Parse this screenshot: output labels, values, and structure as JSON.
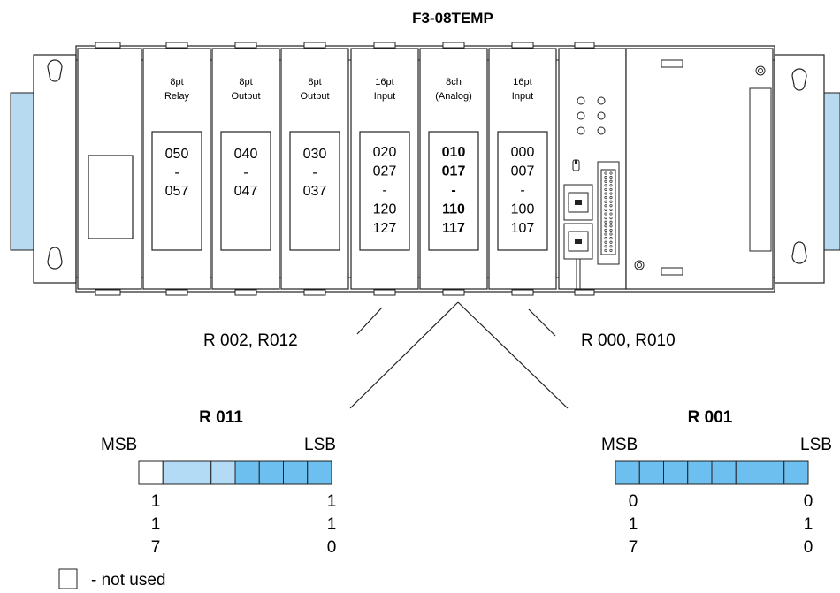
{
  "title": "F3-08TEMP",
  "modules": [
    {
      "type": "8pt",
      "name": "Relay",
      "addresses": [
        "050",
        "-",
        "057"
      ],
      "bold": false
    },
    {
      "type": "8pt",
      "name": "Output",
      "addresses": [
        "040",
        "-",
        "047"
      ],
      "bold": false
    },
    {
      "type": "8pt",
      "name": "Output",
      "addresses": [
        "030",
        "-",
        "037"
      ],
      "bold": false
    },
    {
      "type": "16pt",
      "name": "Input",
      "addresses": [
        "020",
        "027",
        "-",
        "120",
        "127"
      ],
      "bold": false
    },
    {
      "type": "8ch",
      "name": "(Analog)",
      "addresses": [
        "010",
        "017",
        "-",
        "110",
        "117"
      ],
      "bold": true
    },
    {
      "type": "16pt",
      "name": "Input",
      "addresses": [
        "000",
        "007",
        "-",
        "100",
        "107"
      ],
      "bold": false
    }
  ],
  "callouts": {
    "left": "R 002, R012",
    "right": "R 000, R010"
  },
  "registers": [
    {
      "name": "R 011",
      "msb": "MSB",
      "lsb": "LSB",
      "used_bits": 7,
      "col_left": [
        "1",
        "1",
        "7"
      ],
      "col_right": [
        "1",
        "1",
        "0"
      ]
    },
    {
      "name": "R 001",
      "msb": "MSB",
      "lsb": "LSB",
      "used_bits": 8,
      "col_left": [
        "0",
        "1",
        "7"
      ],
      "col_right": [
        "0",
        "1",
        "0"
      ]
    }
  ],
  "legend": {
    "label": "- not used"
  },
  "colors": {
    "bit_light": "#b4dbf5",
    "bit_dark": "#6cbfee",
    "din_rail": "#b8daf1"
  }
}
